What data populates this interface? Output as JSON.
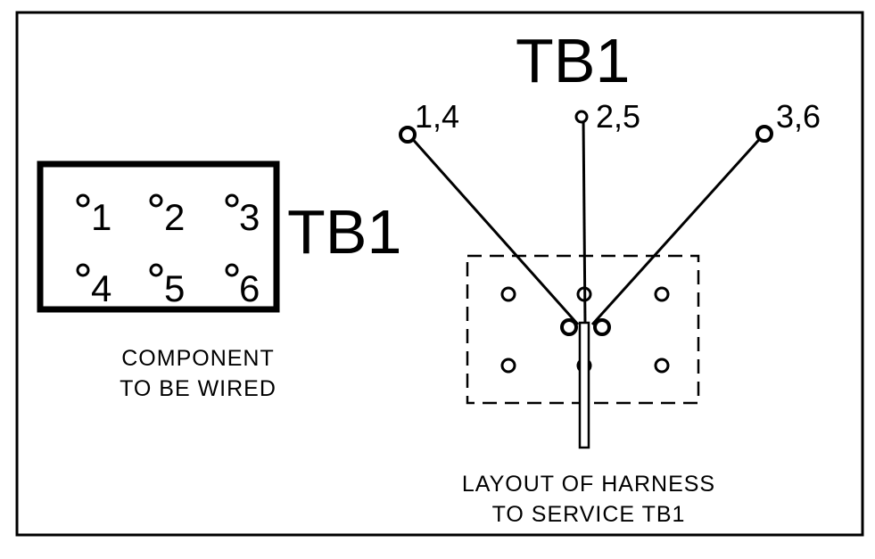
{
  "component": {
    "label": "TB1",
    "pins": [
      "1",
      "2",
      "3",
      "4",
      "5",
      "6"
    ],
    "caption_line1": "COMPONENT",
    "caption_line2": "TO BE WIRED"
  },
  "harness": {
    "label": "TB1",
    "leads": [
      "1,4",
      "2,5",
      "3,6"
    ],
    "caption_line1": "LAYOUT OF HARNESS",
    "caption_line2": "TO SERVICE TB1"
  }
}
